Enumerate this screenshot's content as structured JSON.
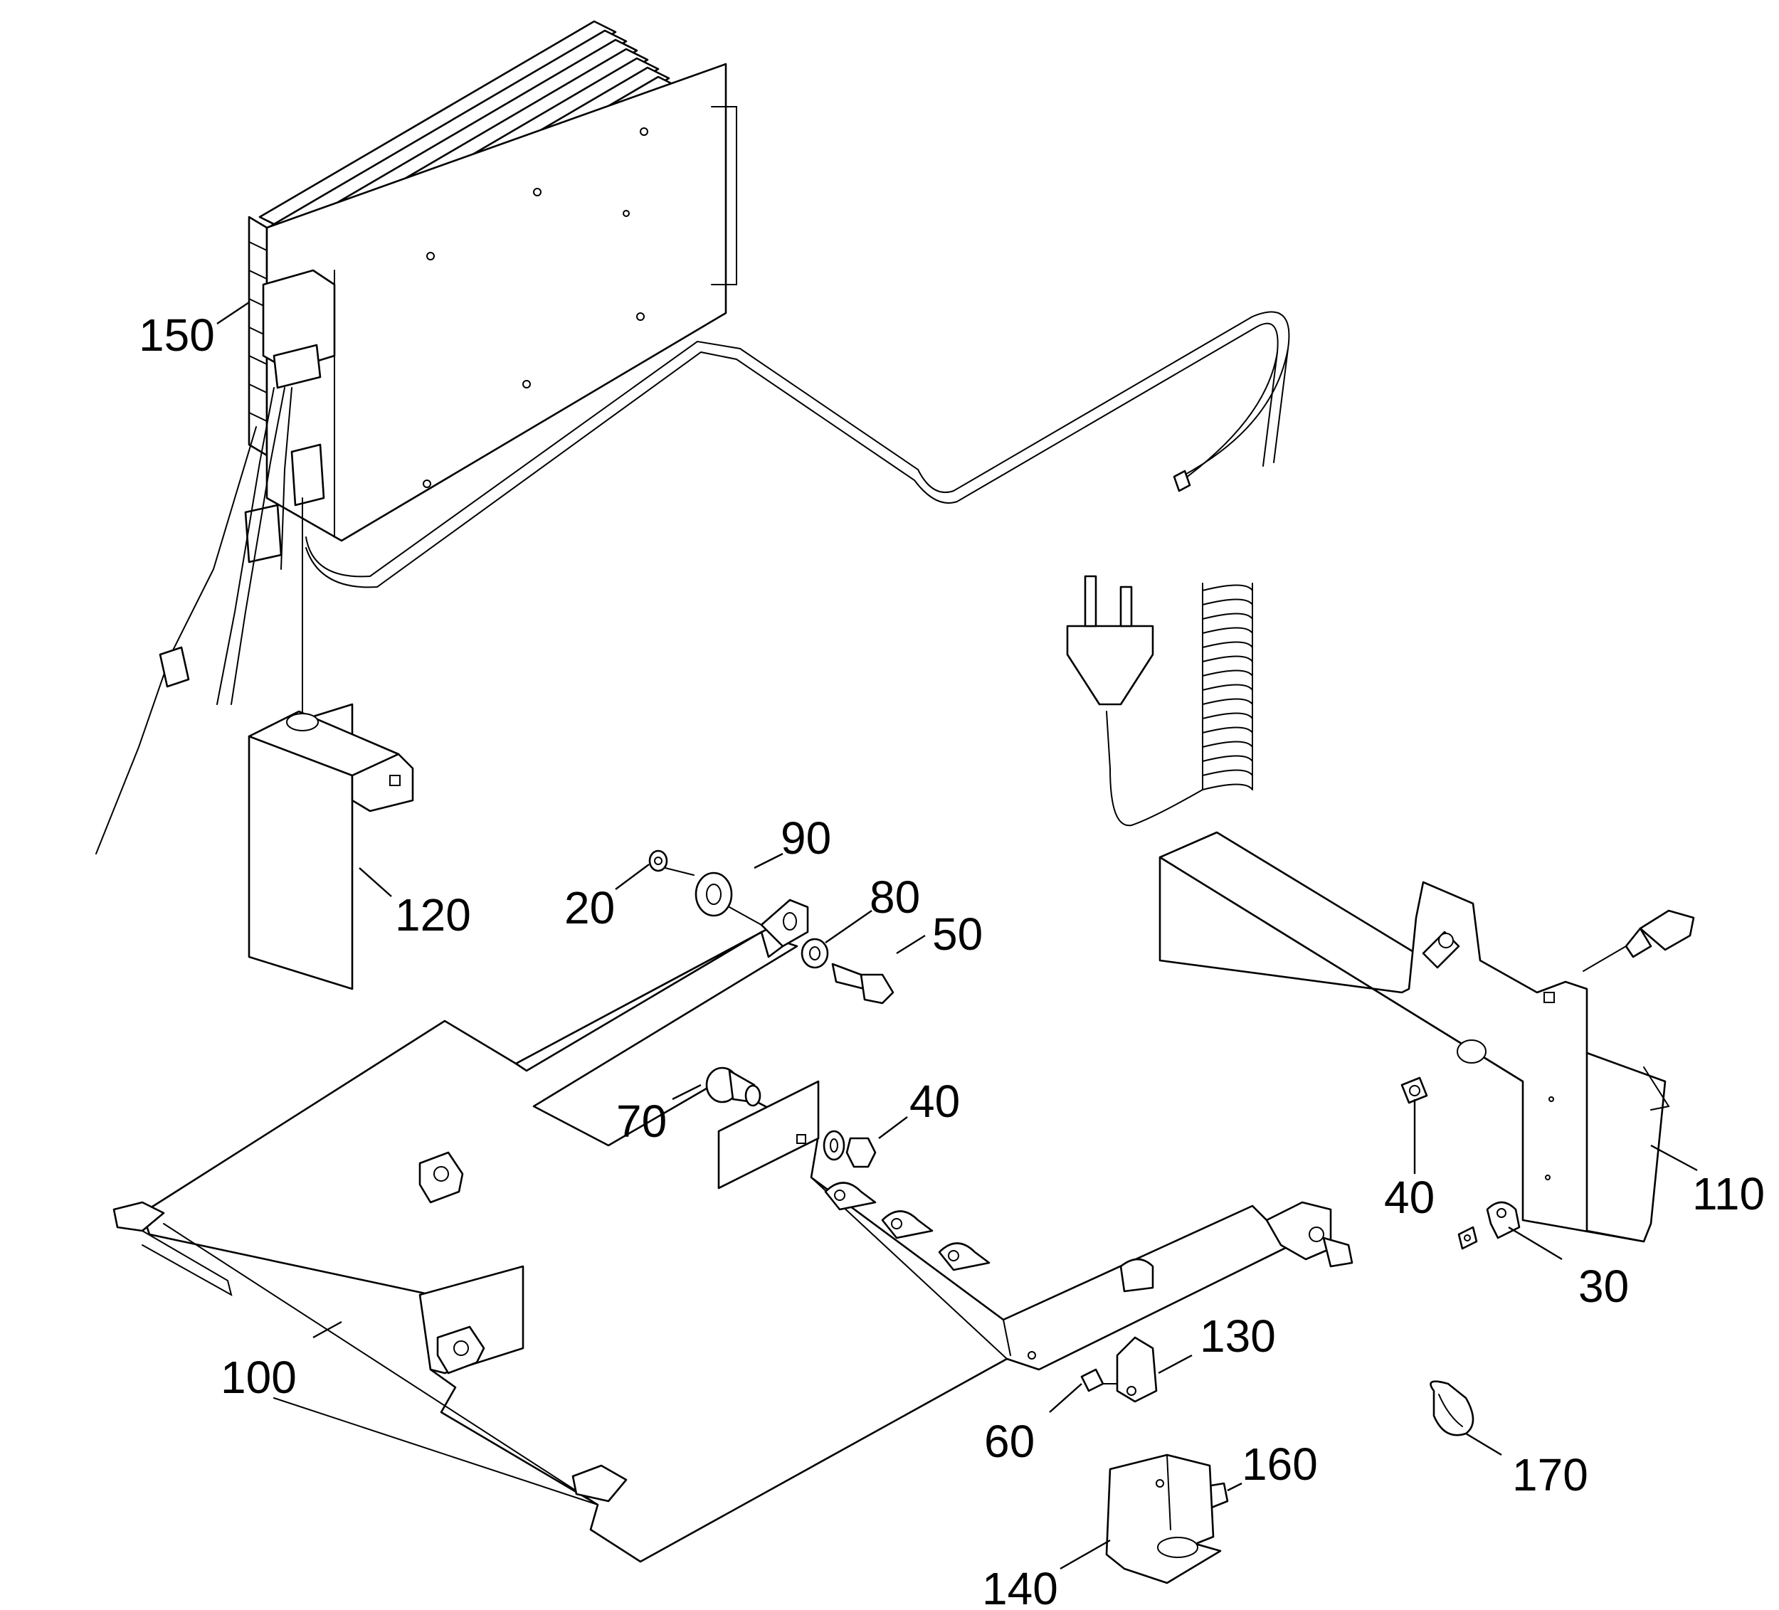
{
  "callouts": {
    "c150": "150",
    "c120": "120",
    "c20": "20",
    "c90": "90",
    "c80": "80",
    "c50": "50",
    "c70": "70",
    "c40a": "40",
    "c40b": "40",
    "c110": "110",
    "c30": "30",
    "c100": "100",
    "c130": "130",
    "c60": "60",
    "c160": "160",
    "c170": "170",
    "c140": "140"
  }
}
